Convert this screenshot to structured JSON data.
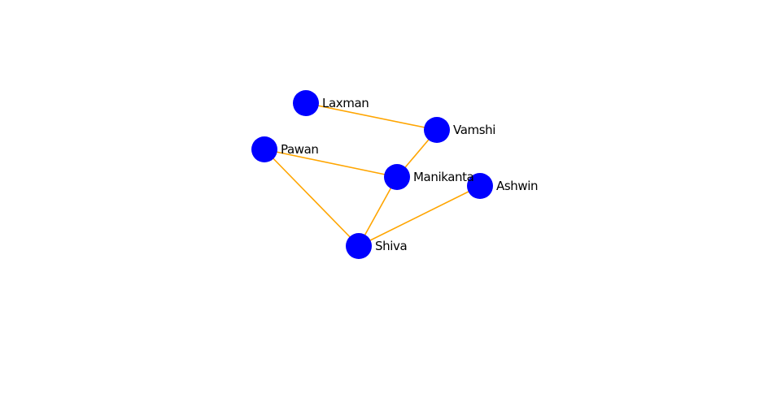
{
  "graph": {
    "node_color": "#0000ff",
    "edge_color": "#ffa500",
    "label_color": "#000000",
    "nodes": [
      {
        "id": "laxman",
        "label": "Laxman"
      },
      {
        "id": "vamshi",
        "label": "Vamshi"
      },
      {
        "id": "pawan",
        "label": "Pawan"
      },
      {
        "id": "manikanta",
        "label": "Manikanta"
      },
      {
        "id": "ashwin",
        "label": "Ashwin"
      },
      {
        "id": "shiva",
        "label": "Shiva"
      }
    ],
    "edges": [
      {
        "source": "laxman",
        "target": "vamshi"
      },
      {
        "source": "vamshi",
        "target": "manikanta"
      },
      {
        "source": "pawan",
        "target": "manikanta"
      },
      {
        "source": "pawan",
        "target": "shiva"
      },
      {
        "source": "manikanta",
        "target": "shiva"
      },
      {
        "source": "ashwin",
        "target": "shiva"
      }
    ]
  }
}
